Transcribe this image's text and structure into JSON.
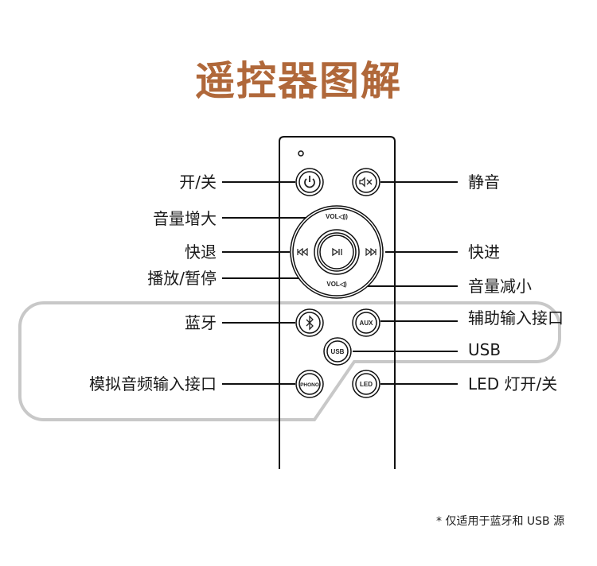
{
  "title": "遥控器图解",
  "colors": {
    "title": "#b0683a",
    "outline": "#c8c8c8",
    "line": "#111111"
  },
  "buttons": {
    "vol_up": "VOL◁))",
    "vol_down": "VOL◁)",
    "aux": "AUX",
    "usb": "USB",
    "phono": "PHONO",
    "led": "LED"
  },
  "labels_left": {
    "power": "开/关",
    "volume_up": "音量增大",
    "rewind": "快退",
    "play_pause": "播放/暂停",
    "bluetooth": "蓝牙",
    "phono_input": "模拟音频输入接口"
  },
  "labels_right": {
    "mute": "静音",
    "forward": "快进",
    "volume_down": "音量减小",
    "aux_input": "辅助输入接口",
    "usb": "USB",
    "led": "LED 灯开/关"
  },
  "footnote": "* 仅适用于蓝牙和 USB 源"
}
